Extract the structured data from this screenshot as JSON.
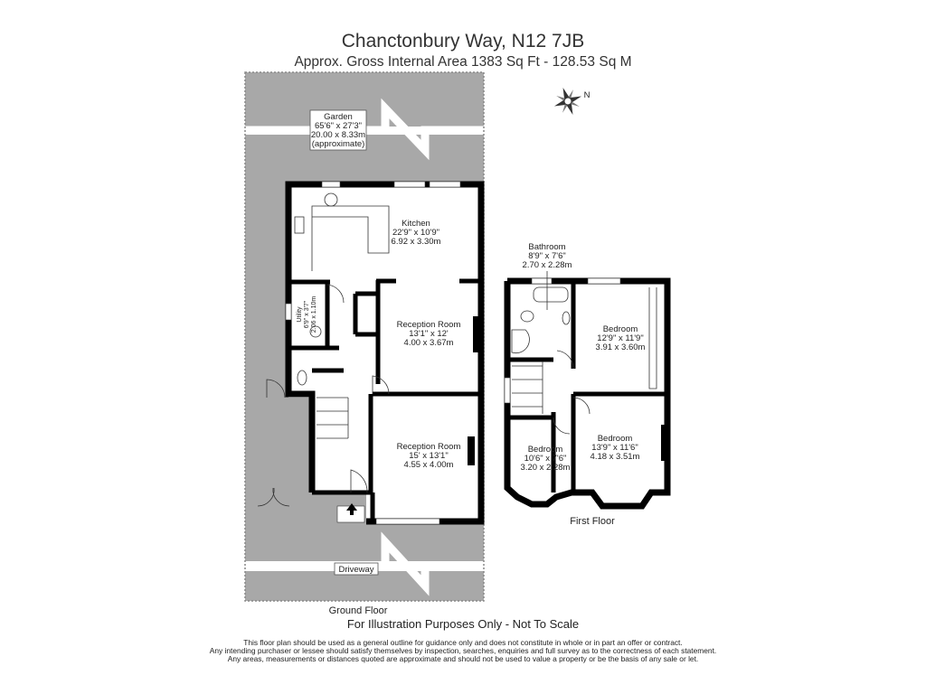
{
  "header": {
    "title": "Chanctonbury Way, N12 7JB",
    "subtitle": "Approx. Gross Internal Area   1383 Sq Ft  -  128.53 Sq M"
  },
  "compass": {
    "label": "N",
    "icon": "compass-rose-icon"
  },
  "ground_floor": {
    "label": "Ground Floor",
    "garden": {
      "name": "Garden",
      "imperial": "65'6\" x 27'3\"",
      "metric": "20.00 x 8.33m",
      "note": "(approximate)"
    },
    "driveway": {
      "name": "Driveway"
    },
    "rooms": [
      {
        "name": "Kitchen",
        "imperial": "22'9\" x 10'9\"",
        "metric": "6.92 x 3.30m"
      },
      {
        "name": "Reception Room",
        "imperial": "13'1\" x 12'",
        "metric": "4.00 x 3.67m"
      },
      {
        "name": "Reception Room",
        "imperial": "15' x 13'1\"",
        "metric": "4.55 x 4.00m"
      },
      {
        "name": "Utility",
        "imperial": "6'9\" x 3'7\"",
        "metric": "2.06 x 1.10m"
      }
    ]
  },
  "first_floor": {
    "label": "First Floor",
    "rooms": [
      {
        "name": "Bathroom",
        "imperial": "8'9\" x 7'6\"",
        "metric": "2.70 x 2.28m"
      },
      {
        "name": "Bedroom",
        "imperial": "12'9\" x 11'9\"",
        "metric": "3.91 x 3.60m"
      },
      {
        "name": "Bedroom",
        "imperial": "10'6\" x 7'6\"",
        "metric": "3.20 x 2.28m"
      },
      {
        "name": "Bedroom",
        "imperial": "13'9\" x 11'6\"",
        "metric": "4.18 x 3.51m"
      }
    ]
  },
  "footer": {
    "illustration_note": "For Illustration Purposes Only - Not To Scale",
    "disclaimer": [
      "This floor plan should be used as a general outline for guidance only and does not constitute in whole or in part an offer or contract.",
      "Any intending purchaser or lessee should satisfy themselves by inspection, searches, enquiries and full survey as to the correctness of each statement.",
      "Any areas, measurements or distances quoted are approximate and should not be used to value a property or be the basis of any sale or let."
    ]
  },
  "colors": {
    "wall": "#000000",
    "external_area": "#a8a8a8",
    "background": "#ffffff"
  }
}
